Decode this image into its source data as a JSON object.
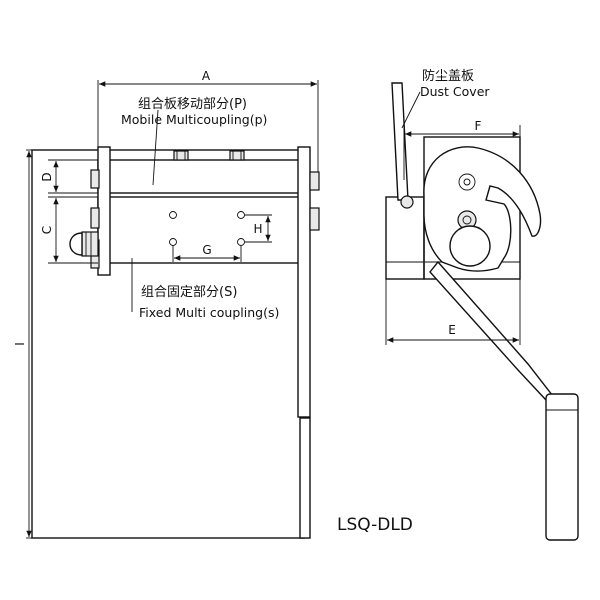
{
  "labels": {
    "mobile_cn": "组合板移动部分(P)",
    "mobile_en": "Mobile Multicoupling(p)",
    "fixed_cn": "组合固定部分(S)",
    "fixed_en": "Fixed Multi coupling(s)",
    "dust_cn": "防尘盖板",
    "dust_en": "Dust Cover",
    "model": "LSQ-DLD"
  },
  "dimensions": {
    "a": "A",
    "c": "C",
    "d": "D",
    "e": "E",
    "f": "F",
    "g": "G",
    "h": "H",
    "i": "I"
  }
}
